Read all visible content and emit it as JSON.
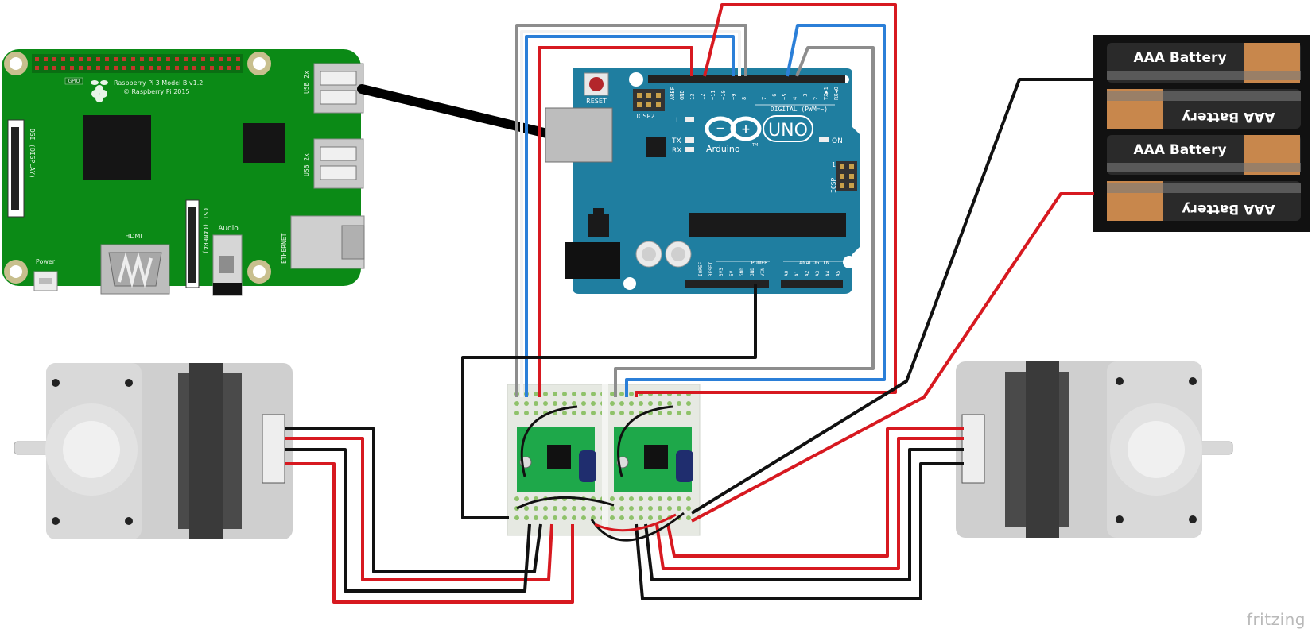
{
  "colors": {
    "rpi_board": "#0b8a16",
    "arduino_board": "#1f7ea0",
    "driver_board": "#1ea84a",
    "perfboard": "#e9ece5",
    "wire_red": "#d71920",
    "wire_black": "#111111",
    "wire_blue": "#2b7fd8",
    "wire_gray": "#8d8d8d",
    "wire_white": "#f2f2f2",
    "motor_body": "#c9c9c9",
    "motor_dark": "#4a4a4a"
  },
  "raspberry_pi": {
    "title": "Raspberry Pi 3 Model B v1.2",
    "copyright": "© Raspberry Pi 2015",
    "gpio": "GPIO",
    "usb_top": "USB 2x",
    "usb_bottom": "USB 2x",
    "ethernet": "ETHERNET",
    "dsi": "DSI (DISPLAY)",
    "csi": "CSI (CAMERA)",
    "hdmi": "HDMI",
    "audio": "Audio",
    "power": "Power"
  },
  "arduino": {
    "reset": "RESET",
    "icsp2": "ICSP2",
    "icsp": "ICSP",
    "icsp_pin1": "1",
    "digital": "DIGITAL (PWM=~)",
    "brand": "Arduino",
    "tm": "TM",
    "model": "UNO",
    "on": "ON",
    "l": "L",
    "tx": "TX",
    "rx": "RX",
    "power": "POWER",
    "analog_in": "ANALOG IN",
    "digital_pins": [
      "AREF",
      "GND",
      "13",
      "12",
      "~11",
      "~10",
      "~9",
      "8",
      "7",
      "~6",
      "~5",
      "4",
      "~3",
      "2",
      "TX▶1",
      "RX◀0"
    ],
    "power_pins": [
      "IOREF",
      "RESET",
      "3V3",
      "5V",
      "GND",
      "GND",
      "VIN"
    ],
    "analog_pins": [
      "A0",
      "A1",
      "A2",
      "A3",
      "A4",
      "A5"
    ]
  },
  "battery_pack": {
    "cells": [
      "AAA Battery",
      "AAA Battery",
      "AAA Battery",
      "AAA Battery"
    ]
  },
  "watermark": "fritzing"
}
